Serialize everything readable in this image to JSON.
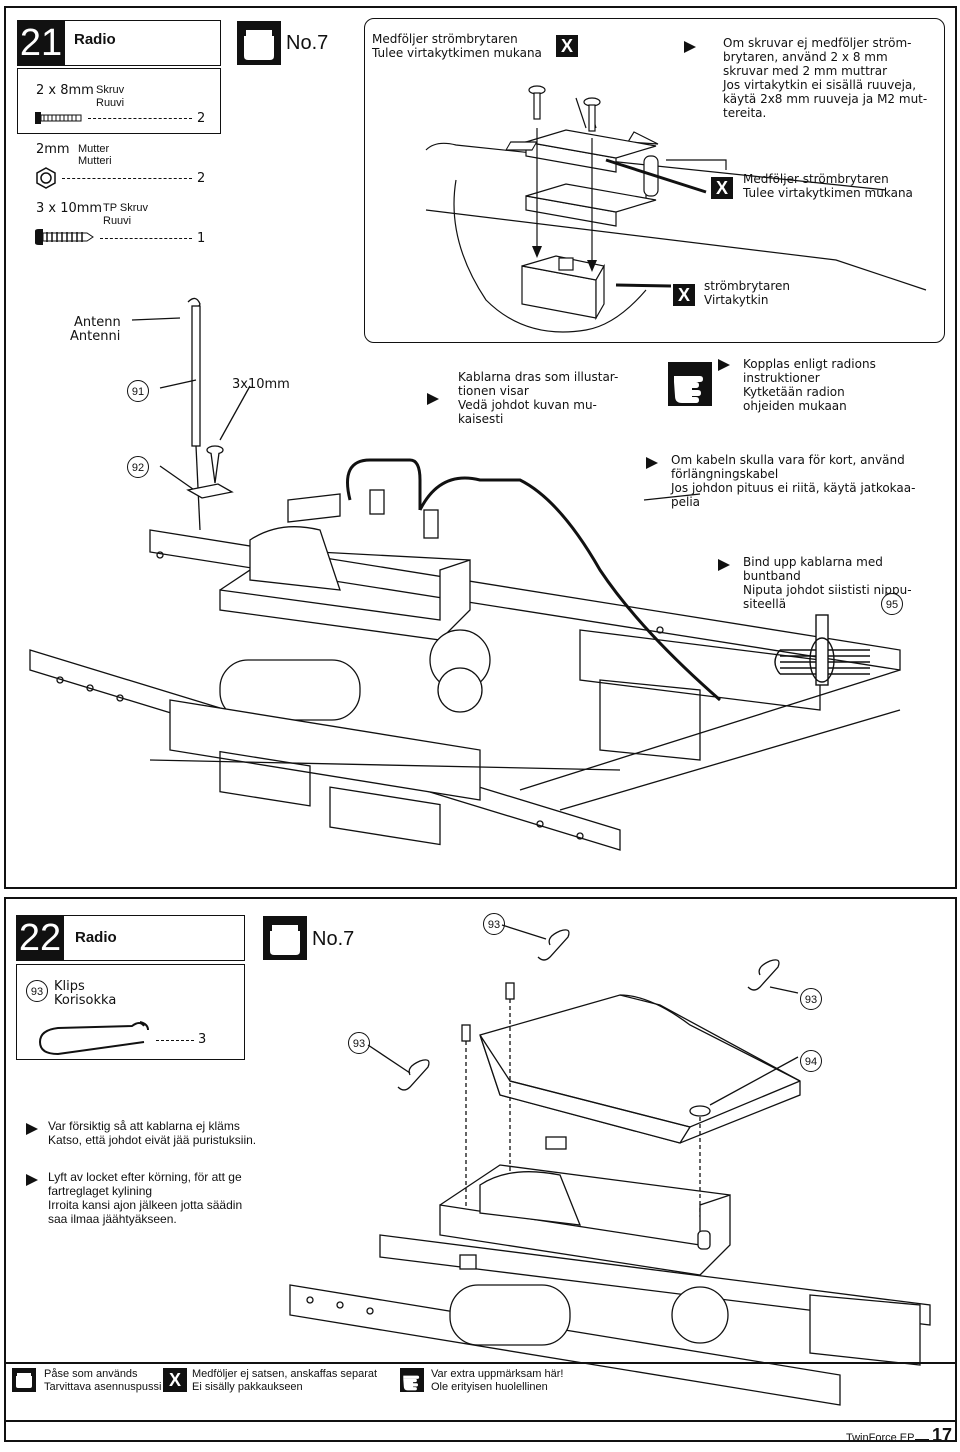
{
  "step21": {
    "number": "21",
    "title": "Radio",
    "bag": "No.7",
    "parts": [
      {
        "size": "2 x 8mm",
        "name1": "Skruv",
        "name2": "Ruuvi",
        "qty": "2"
      },
      {
        "size": "2mm",
        "name1": "Mutter",
        "name2": "Mutteri",
        "qty": "2"
      },
      {
        "size": "3 x 10mm",
        "name1": "TP Skruv",
        "name2": "Ruuvi",
        "qty": "1"
      }
    ],
    "switch_included_1": "Medföljer strömbrytaren",
    "switch_included_2": "Tulee virtakytkimen mukana",
    "screws_note_1": "Om skruvar ej medföljer ström-",
    "screws_note_2": "brytaren, använd 2 x 8 mm",
    "screws_note_3": "skruvar med 2 mm muttrar",
    "screws_note_4": "Jos virtakytkin ei sisällä ruuveja,",
    "screws_note_5": "käytä 2x8 mm ruuveja ja M2 mut-",
    "screws_note_6": "tereita.",
    "switch_included_b1": "Medföljer strömbrytaren",
    "switch_included_b2": "Tulee virtakytkimen mukana",
    "switch_1": "strömbrytaren",
    "switch_2": "Virtakytkin",
    "antenna_1": "Antenn",
    "antenna_2": "Antenni",
    "ref91": "91",
    "ref92": "92",
    "ref95": "95",
    "screw_label": "3x10mm",
    "cables_1": "Kablarna dras som illustar-",
    "cables_2": "tionen visar",
    "cables_3": "Vedä johdot kuvan mu-",
    "cables_4": "kaisesti",
    "connect_1": "Kopplas enligt radions",
    "connect_2": "instruktioner",
    "connect_3": "Kytketään radion",
    "connect_4": "ohjeiden mukaan",
    "ext_1": "Om kabeln skulla vara för kort, använd",
    "ext_2": "förlängningskabel",
    "ext_3": "Jos johdon pituus ei riitä, käytä jatkokaa-",
    "ext_4": "pelia",
    "tie_1": "Bind upp kablarna med",
    "tie_2": "buntband",
    "tie_3": "Niputa johdot siististi nippu-",
    "tie_4": "siteellä"
  },
  "step22": {
    "number": "22",
    "title": "Radio",
    "bag": "No.7",
    "part_ref": "93",
    "part_name1": "Klips",
    "part_name2": "Korisokka",
    "part_qty": "3",
    "ref93": "93",
    "ref94": "94",
    "note1_1": "Var försiktig så att kablarna ej kläms",
    "note1_2": "Katso, että johdot eivät jää puristuksiin.",
    "note2_1": "Lyft av locket efter körning, för att ge",
    "note2_2": "fartreglaget kylining",
    "note2_3": "Irroita kansi ajon jälkeen jotta säädin",
    "note2_4": "saa ilmaa jäähtyäkseen."
  },
  "legend": {
    "bag_1": "Påse som används",
    "bag_2": "Tarvittava asennuspussi",
    "x_1": "Medföljer ej satsen, anskaffas separat",
    "x_2": "Ei sisälly pakkaukseen",
    "hand_1": "Var extra uppmärksam här!",
    "hand_2": "Ole erityisen huolellinen"
  },
  "footer": {
    "product": "TwinForce EP",
    "page": "17"
  }
}
